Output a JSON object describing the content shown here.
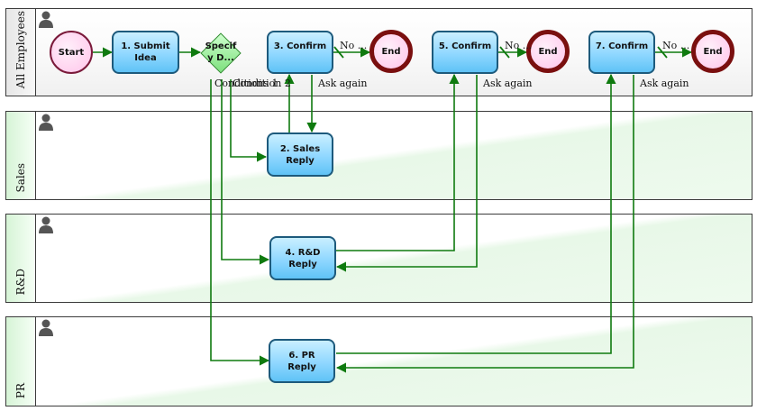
{
  "lanes": [
    {
      "id": "all",
      "title": "All Employees"
    },
    {
      "id": "sales",
      "title": "Sales"
    },
    {
      "id": "rd",
      "title": "R&D"
    },
    {
      "id": "pr",
      "title": "PR"
    }
  ],
  "nodes": {
    "start": "Start",
    "submit": "1. Submit\nIdea",
    "gateway": "Specif\ny D...",
    "confirm3": "3. Confirm",
    "end3": "End",
    "confirm5": "5. Confirm",
    "end5": "End",
    "confirm7": "7. Confirm",
    "end7": "End",
    "sales_reply": "2. Sales\nReply",
    "rd_reply": "4. R&D\nReply",
    "pr_reply": "6. PR\nReply"
  },
  "edge_labels": {
    "gateway_conditions": "Conditions 1",
    "gateway_conditions_overlap": "Condition 2",
    "no3": "No ...",
    "ask3": "Ask again",
    "no5": "No ...",
    "ask5": "Ask again",
    "no7": "No ...",
    "ask7": "Ask again"
  },
  "colors": {
    "edge": "#0f7a0f",
    "lane_border": "#3b3b3b",
    "task_border": "#1d5a7c",
    "end_border": "#7a0f0f"
  }
}
